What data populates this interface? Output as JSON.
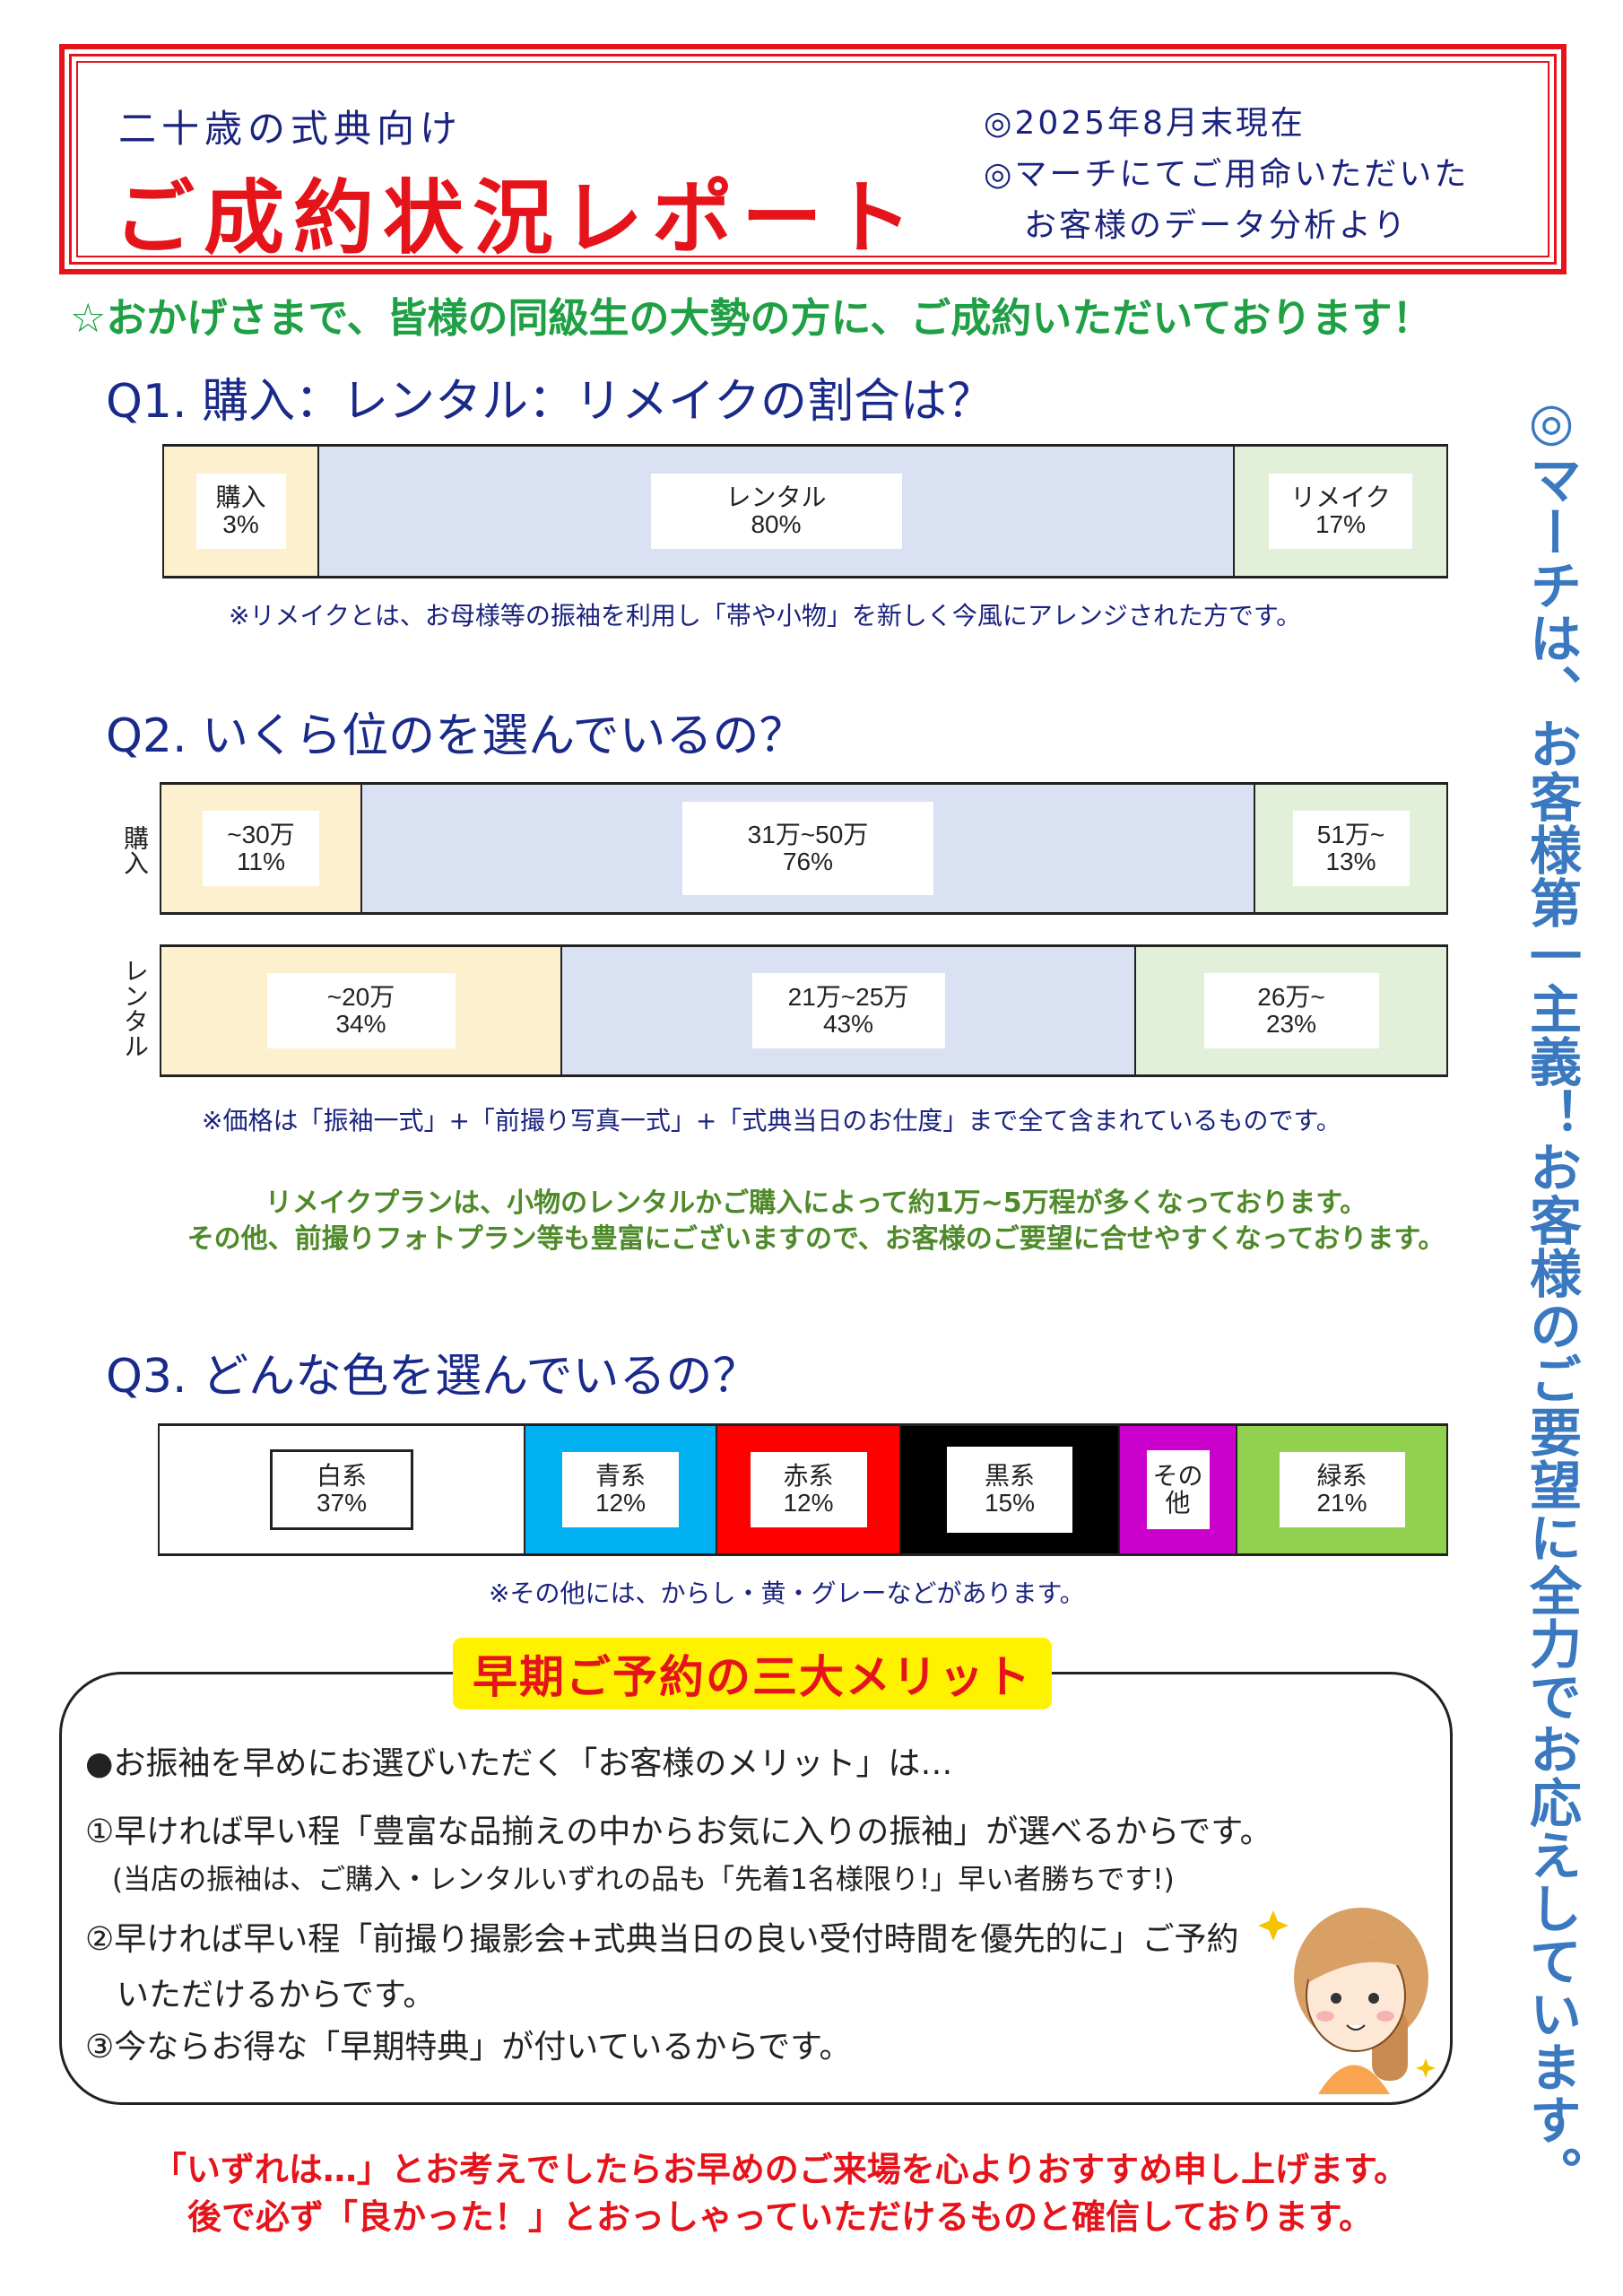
{
  "header": {
    "subtitle": "二十歳の式典向け",
    "title": "ご成約状況レポート",
    "info": [
      "◎2025年8月末現在",
      "◎マーチにてご用命いただいた",
      "お客様のデータ分析より"
    ]
  },
  "tagline": "☆おかげさまで、皆様の同級生の大勢の方に、ご成約いただいております！",
  "q1": {
    "heading": "Q1. 購入：レンタル：リメイクの割合は？",
    "segments": [
      {
        "label": "購入",
        "value": "3%"
      },
      {
        "label": "レンタル",
        "value": "80%"
      },
      {
        "label": "リメイク",
        "value": "17%"
      }
    ],
    "note": "※リメイクとは、お母様等の振袖を利用し「帯や小物」を新しく今風にアレンジされた方です。"
  },
  "q2": {
    "heading": "Q2. いくら位のを選んでいるの？",
    "purchase": {
      "side": "購入",
      "segments": [
        {
          "label": "~30万",
          "value": "11%"
        },
        {
          "label": "31万~50万",
          "value": "76%"
        },
        {
          "label": "51万~",
          "value": "13%"
        }
      ]
    },
    "rental": {
      "side": "レンタル",
      "segments": [
        {
          "label": "~20万",
          "value": "34%"
        },
        {
          "label": "21万~25万",
          "value": "43%"
        },
        {
          "label": "26万~",
          "value": "23%"
        }
      ]
    },
    "note": "※価格は「振袖一式」+「前撮り写真一式」+「式典当日のお仕度」まで全て含まれているものです。",
    "remake": [
      "リメイクプランは、小物のレンタルかご購入によって約1万~5万程が多くなっております。",
      "その他、前撮りフォトプラン等も豊富にございますので、お客様のご要望に合せやすくなっております。"
    ]
  },
  "q3": {
    "heading": "Q3. どんな色を選んでいるの？",
    "segments": [
      {
        "label": "白系",
        "value": "37%",
        "color": "#ffffff"
      },
      {
        "label": "青系",
        "value": "12%",
        "color": "#00b0f0"
      },
      {
        "label": "赤系",
        "value": "12%",
        "color": "#ff0000"
      },
      {
        "label": "黒系",
        "value": "15%",
        "color": "#000000"
      },
      {
        "label": "その",
        "value": "他",
        "color": "#cc00cc"
      },
      {
        "label": "緑系",
        "value": "21%",
        "color": "#92d050"
      }
    ],
    "note": "※その他には、からし・黄・グレーなどがあります。"
  },
  "merit": {
    "title": "早期ご予約の三大メリット",
    "lines": [
      "●お振袖を早めにお選びいただく「お客様のメリット」は…",
      "①早ければ早い程「豊富な品揃えの中からお気に入りの振袖」が選べるからです。",
      "(当店の振袖は、ご購入・レンタルいずれの品も「先着1名様限り!」早い者勝ちです!)",
      "②早ければ早い程「前撮り撮影会+式典当日の良い受付時間を優先的に」ご予約",
      "いただけるからです。",
      "③今ならお得な「早期特典」が付いているからです。"
    ]
  },
  "closing": [
    "「いずれは…」とお考えでしたらお早めのご来場を心よりおすすめ申し上げます。",
    "後で必ず「良かった！」とおっしゃっていただけるものと確信しております。"
  ],
  "vertical": "◎マーチは、お客様第一主義！お客様のご要望に全力でお応えしています。"
}
